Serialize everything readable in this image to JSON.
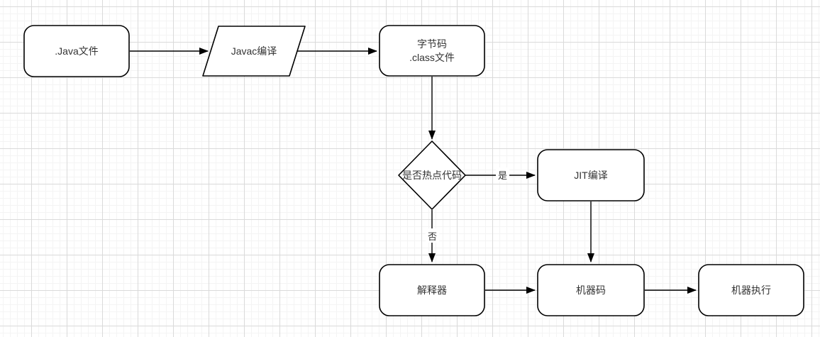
{
  "canvas": {
    "background": "#ffffff",
    "grid_minor_color": "#f4f4f4",
    "grid_major_color": "#dadada",
    "shape_stroke_color": "#000000",
    "shape_fill_color": "#ffffff",
    "text_color": "#333333"
  },
  "diagram": {
    "nodes": {
      "java_file": {
        "label": ".Java文件",
        "shape": "rounded-rect"
      },
      "javac": {
        "label": "Javac编译",
        "shape": "parallelogram"
      },
      "bytecode": {
        "label": "字节码\n.class文件",
        "shape": "rounded-rect"
      },
      "decision": {
        "label": "是否热点代码",
        "shape": "diamond"
      },
      "jit": {
        "label": "JIT编译",
        "shape": "rounded-rect"
      },
      "interpreter": {
        "label": "解释器",
        "shape": "rounded-rect"
      },
      "machine_code": {
        "label": "机器码",
        "shape": "rounded-rect"
      },
      "machine_exec": {
        "label": "机器执行",
        "shape": "rounded-rect"
      }
    },
    "edge_labels": {
      "yes": "是",
      "no": "否"
    }
  }
}
